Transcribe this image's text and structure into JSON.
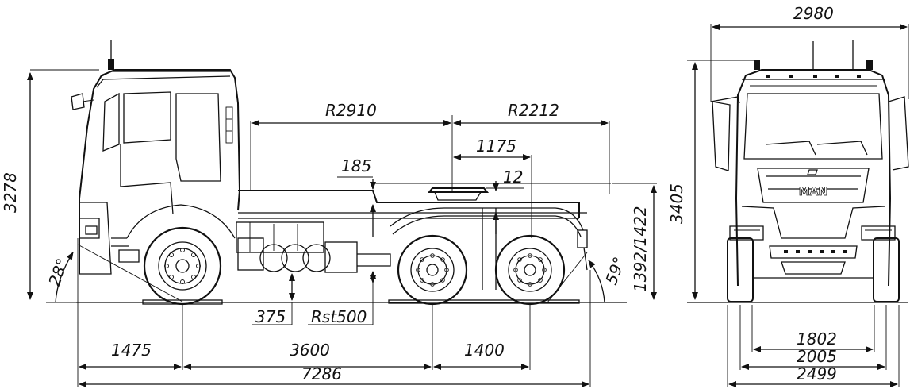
{
  "side_view": {
    "overall_height": "3278",
    "approach_angle": "28°",
    "departure_angle": "59°",
    "turning_radius_front": "R2910",
    "turning_radius_rear": "R2212",
    "fifth_wheel_lead": "1175",
    "frame_height": "185",
    "fifth_wheel_offset": "12",
    "coupling_height": "1392/1422",
    "ground_clearance": "375",
    "swing_radius": "Rst500",
    "front_overhang": "1475",
    "wheelbase": "3600",
    "tandem_spacing": "1400",
    "overall_length": "7286"
  },
  "front_view": {
    "overall_width": "2980",
    "overall_height": "3405",
    "brand_logo": "MAN",
    "track_inner": "1802",
    "track_outer": "2005",
    "width_wheels": "2499"
  }
}
